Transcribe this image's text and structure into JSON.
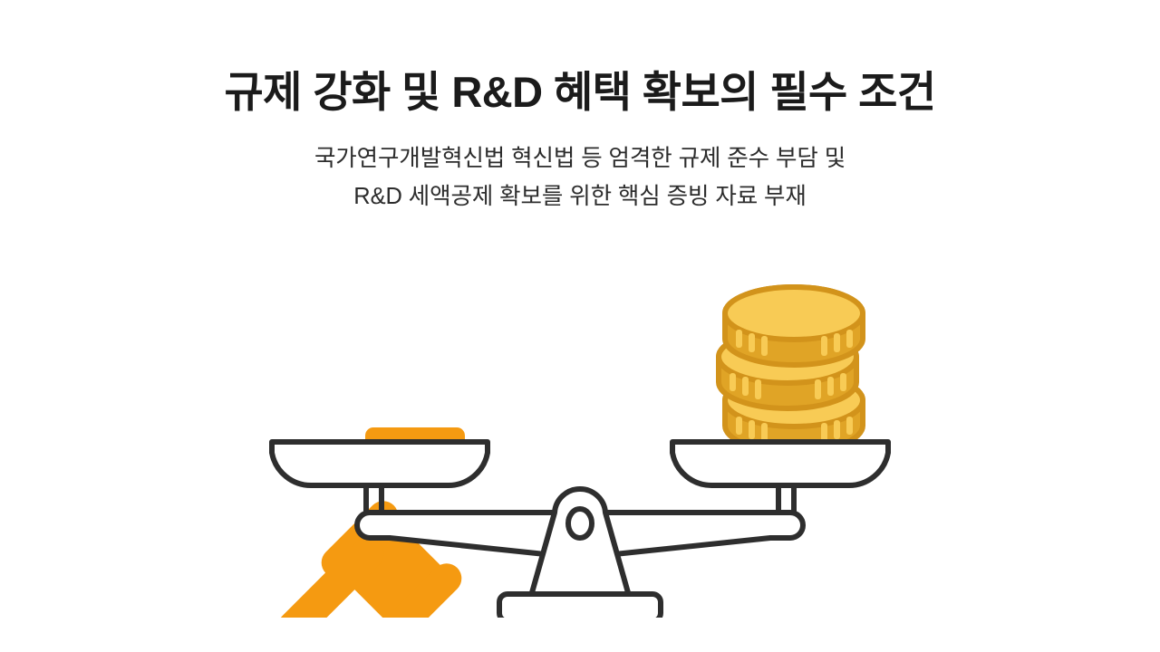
{
  "slide": {
    "background_color": "#FFFFFF",
    "title": "규제 강화 및 R&D 혜택 확보의 필수 조건",
    "title_color": "#1B1B1B",
    "subtitle_line_1": "국가연구개발혁신법 혁신법 등 엄격한 규제 준수 부담 및",
    "subtitle_line_2": "R&D 세액공제 확보를 위한 핵심 증빙 자료 부재",
    "subtitle_color": "#2C2C2C"
  },
  "illustration": {
    "name": "balance-scale-gavel-coins",
    "accent_orange": "#F59A11",
    "coin_gold_top": "#F8CB55",
    "coin_gold_edge": "#E0A426",
    "coin_gold_outline": "#D99A1C",
    "outline_dark": "#2E2E2E",
    "left_pan_item": "gavel",
    "right_pan_item": "coin-stack",
    "coin_count": 3
  }
}
